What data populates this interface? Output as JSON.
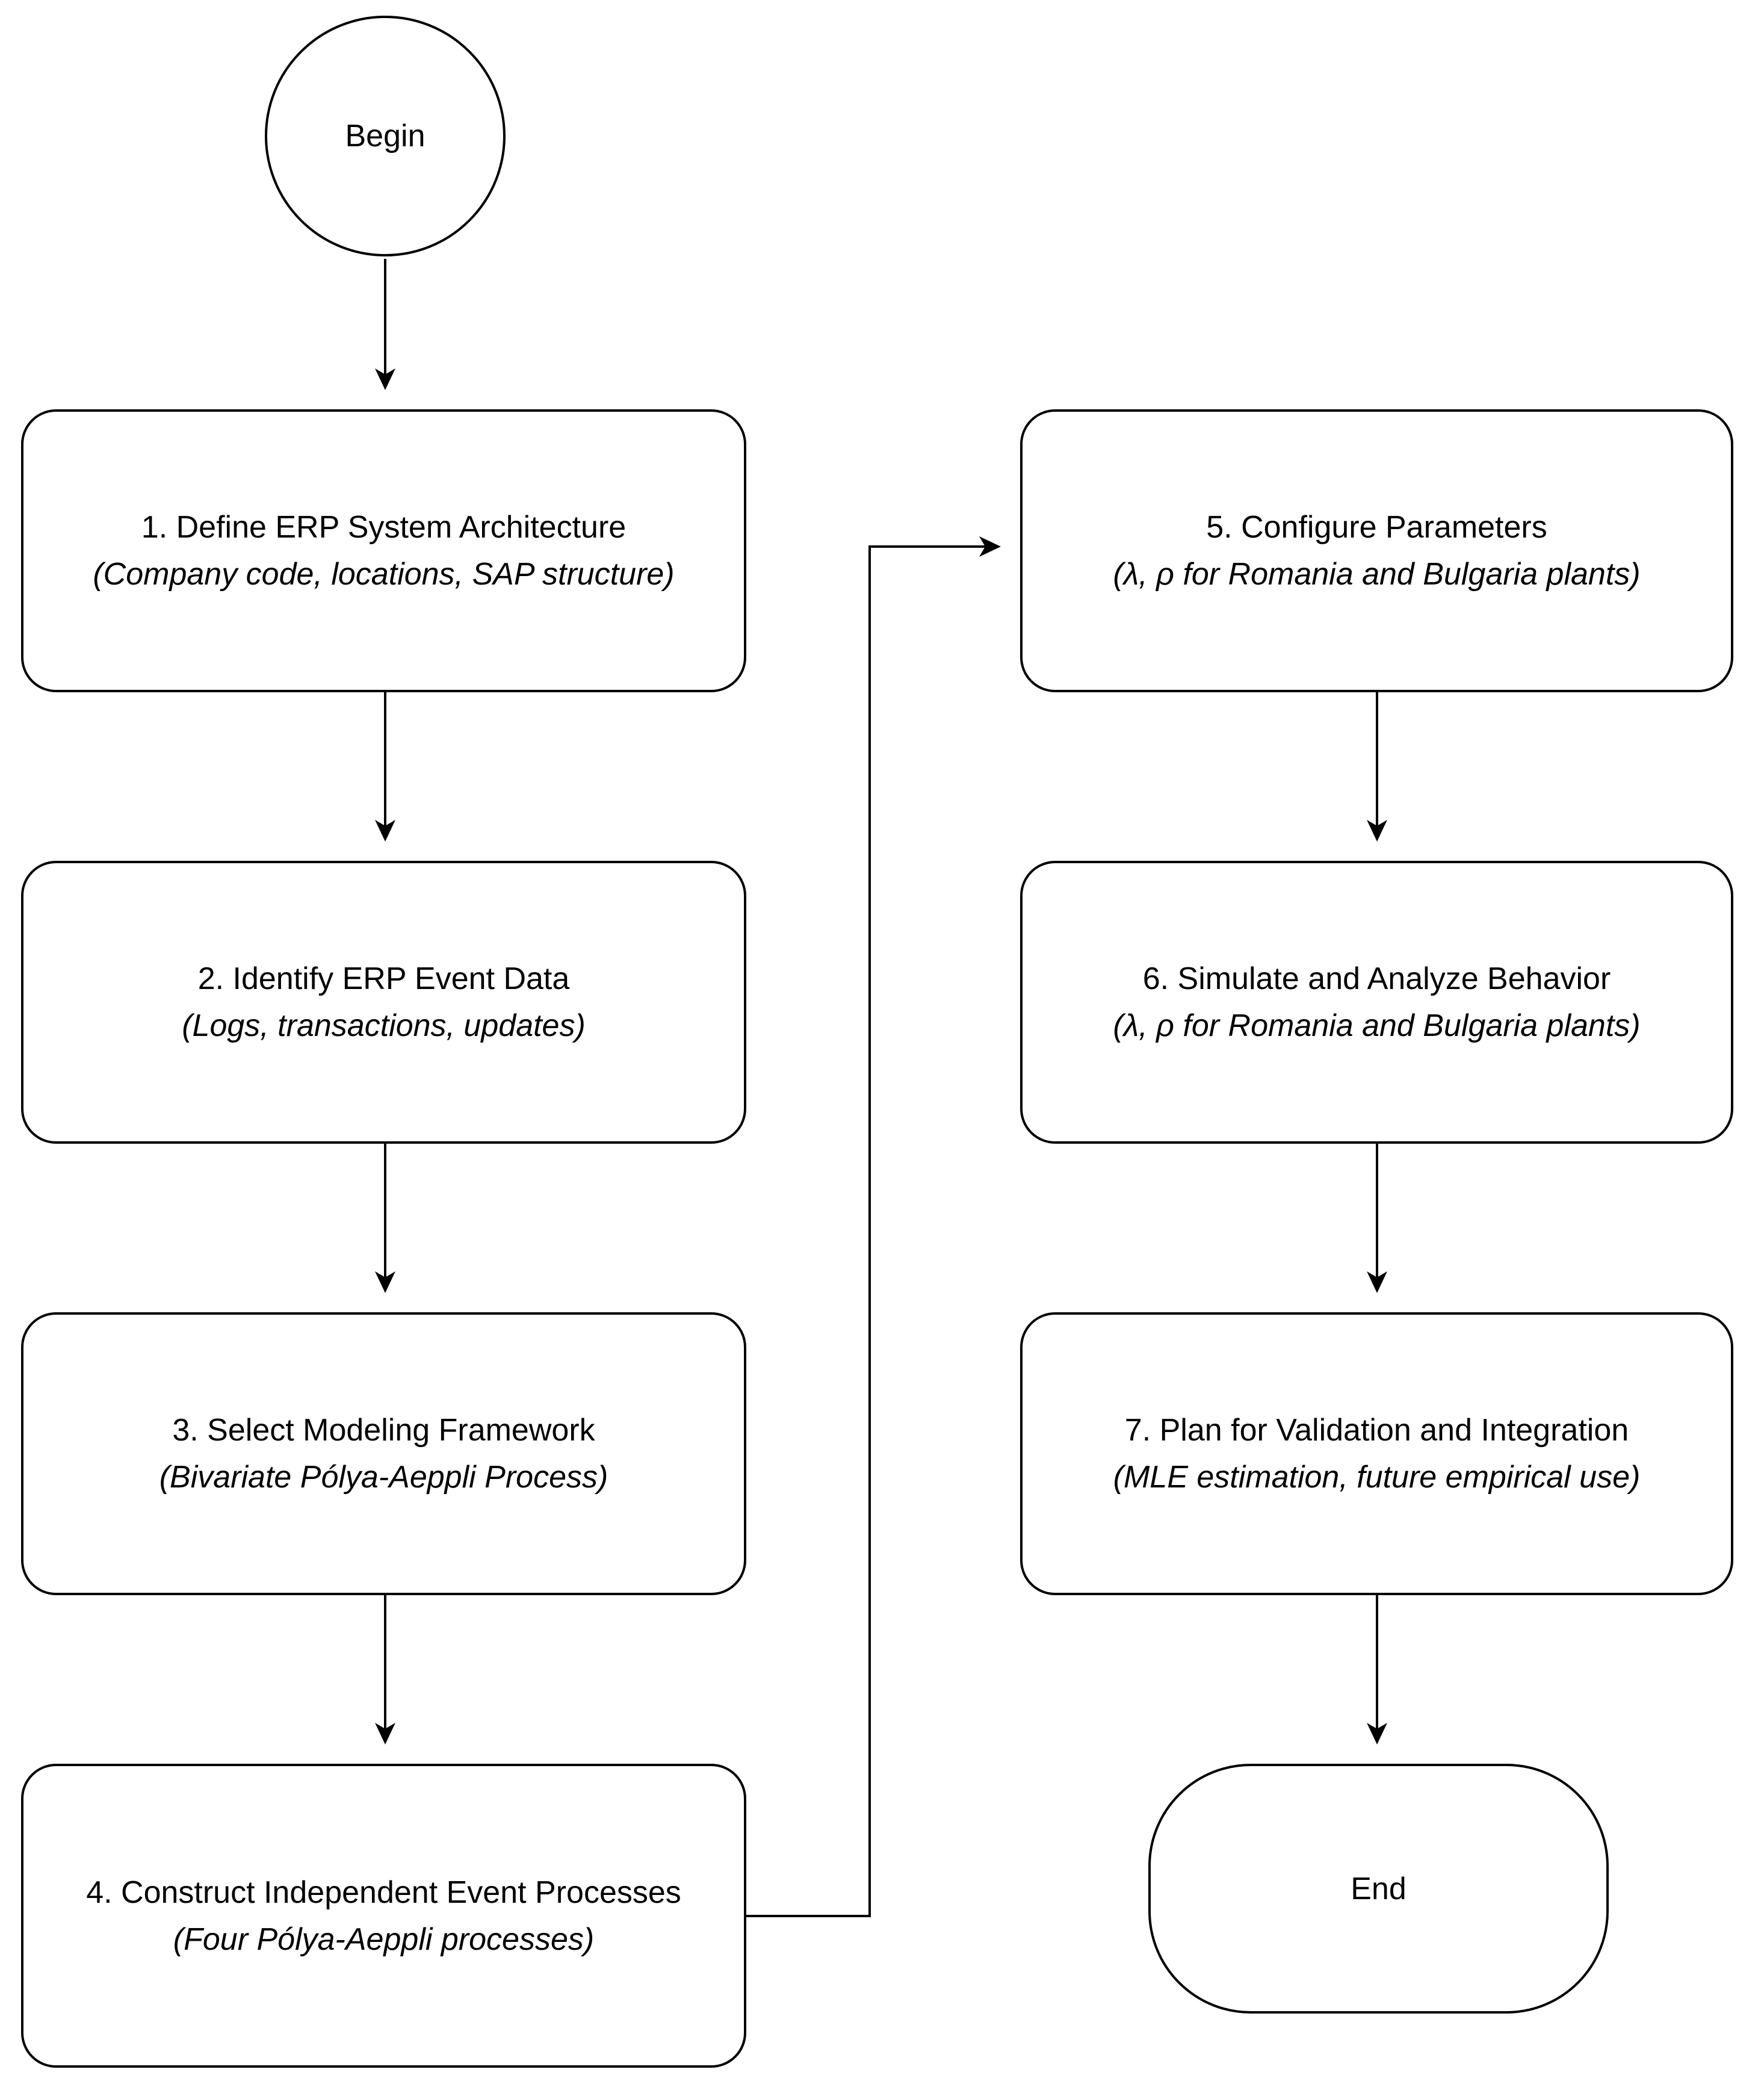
{
  "diagram": {
    "background_color": "#ffffff",
    "stroke_color": "#000000",
    "start": {
      "label": "Begin"
    },
    "end": {
      "label": "End"
    },
    "steps": [
      {
        "title": "1. Define ERP System Architecture",
        "subtitle": "(Company code, locations, SAP structure)"
      },
      {
        "title": "2. Identify ERP Event Data",
        "subtitle": "(Logs, transactions, updates)"
      },
      {
        "title": "3. Select Modeling Framework",
        "subtitle": "(Bivariate Pólya-Aeppli Process)"
      },
      {
        "title": "4. Construct Independent Event Processes",
        "subtitle": "(Four Pólya-Aeppli processes)"
      },
      {
        "title": "5. Configure Parameters",
        "subtitle": "(λ, ρ for Romania and Bulgaria plants)"
      },
      {
        "title": "6. Simulate and Analyze Behavior",
        "subtitle": "(λ, ρ for Romania and Bulgaria plants)"
      },
      {
        "title": "7. Plan for Validation and Integration",
        "subtitle": "(MLE estimation, future empirical use)"
      }
    ],
    "edges": [
      {
        "from": "begin",
        "to": "step-1"
      },
      {
        "from": "step-1",
        "to": "step-2"
      },
      {
        "from": "step-2",
        "to": "step-3"
      },
      {
        "from": "step-3",
        "to": "step-4"
      },
      {
        "from": "step-4",
        "to": "step-5"
      },
      {
        "from": "step-5",
        "to": "step-6"
      },
      {
        "from": "step-6",
        "to": "step-7"
      },
      {
        "from": "step-7",
        "to": "end"
      }
    ]
  }
}
